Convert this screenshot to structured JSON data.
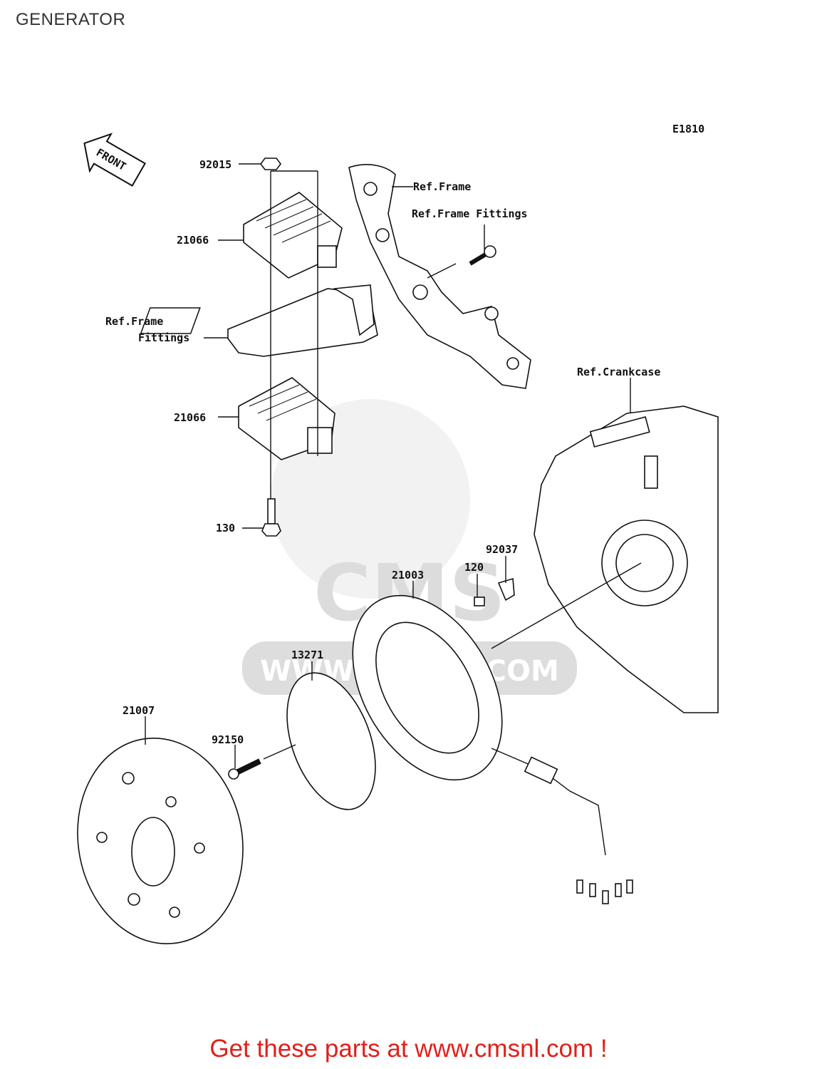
{
  "page": {
    "title": "GENERATOR",
    "diagram_code": "E1810",
    "front_label": "FRONT",
    "footer": "Get these parts at www.cmsnl.com !"
  },
  "watermark": {
    "brand": "CMS",
    "url": "WWW.CMSNL.COM"
  },
  "labels": {
    "p92015": "92015",
    "p21066_top": "21066",
    "p21066_bottom": "21066",
    "p130": "130",
    "ref_frame": "Ref.Frame",
    "ref_frame_fittings_right": "Ref.Frame Fittings",
    "ref_frame_fittings_left_1": "Ref.Frame",
    "ref_frame_fittings_left_2": "Fittings",
    "ref_crankcase": "Ref.Crankcase",
    "p92037": "92037",
    "p120": "120",
    "p21003": "21003",
    "p13271": "13271",
    "p21007": "21007",
    "p92150": "92150"
  }
}
